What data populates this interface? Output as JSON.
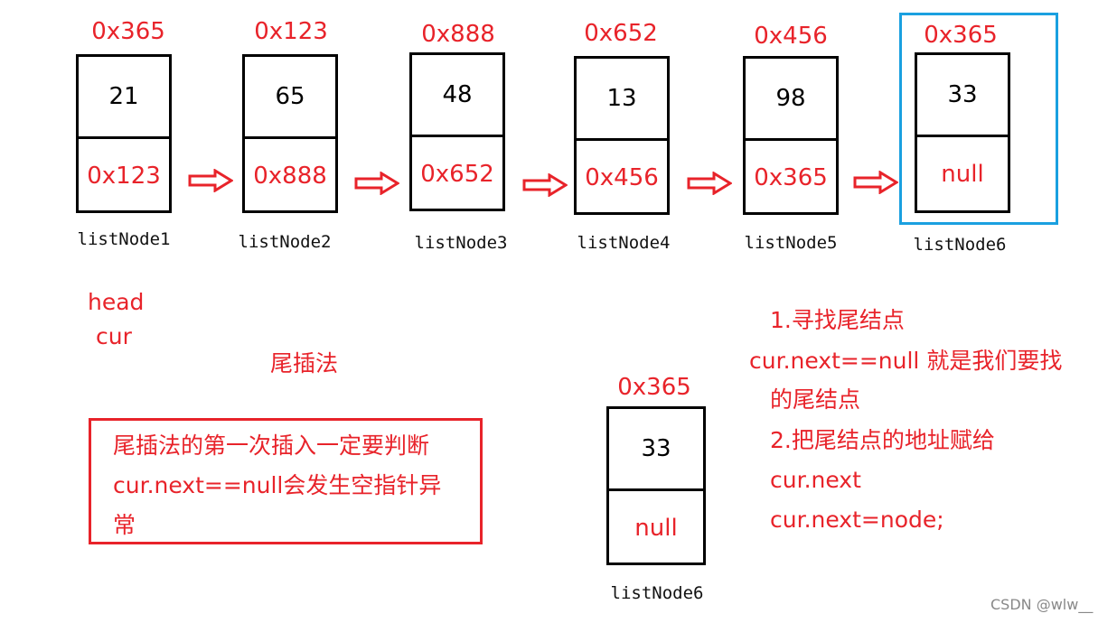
{
  "nodes": [
    {
      "addr": "0x365",
      "val": "21",
      "next": "0x123",
      "label": "listNode1"
    },
    {
      "addr": "0x123",
      "val": "65",
      "next": "0x888",
      "label": "listNode2"
    },
    {
      "addr": "0x888",
      "val": "48",
      "next": "0x652",
      "label": "listNode3"
    },
    {
      "addr": "0x652",
      "val": "13",
      "next": "0x456",
      "label": "listNode4"
    },
    {
      "addr": "0x456",
      "val": "98",
      "next": "0x365",
      "label": "listNode5"
    },
    {
      "addr": "0x365",
      "val": "33",
      "next": "null",
      "label": "listNode6"
    }
  ],
  "pointers": {
    "head": "head",
    "cur": "cur"
  },
  "method_title": "尾插法",
  "warning_box": {
    "line1": "尾插法的第一次插入一定要判断",
    "line2": "cur.next==null会发生空指针异",
    "line3": "常"
  },
  "new_node": {
    "addr": "0x365",
    "val": "33",
    "next": "null",
    "label": "listNode6"
  },
  "steps": {
    "s1": "1.寻找尾结点",
    "s2": "cur.next==null 就是我们要找",
    "s3": "的尾结点",
    "s4": "2.把尾结点的地址赋给",
    "s5": "cur.next",
    "s6": "cur.next=node;"
  },
  "watermark": "CSDN @wlw__",
  "colors": {
    "red": "#e8232a",
    "highlight": "#1aa0e0"
  }
}
